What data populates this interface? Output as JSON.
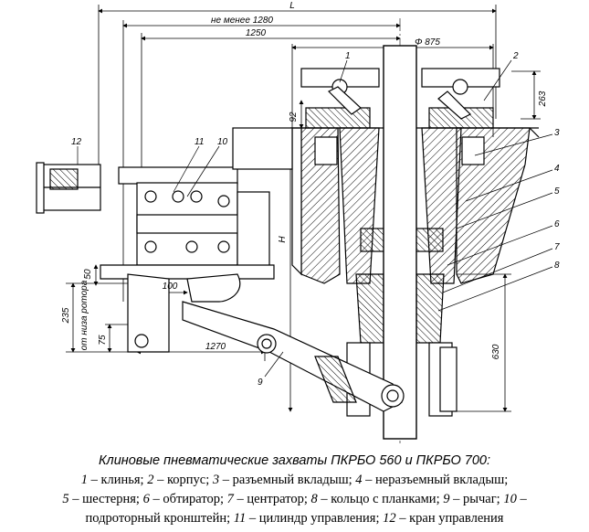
{
  "drawing": {
    "dimensions": {
      "overall_length": "L",
      "min_length": "не менее  1280",
      "dist_1250": "1250",
      "diameter": "Φ 875",
      "dim_263": "263",
      "dim_92": "92",
      "dim_50": "50",
      "dim_100": "100",
      "dim_235": "235",
      "dim_75": "75",
      "dim_1270": "1270",
      "dim_630": "630",
      "dim_H": "H",
      "rotor_note": "от низа ротора"
    },
    "callouts": [
      "1",
      "2",
      "3",
      "4",
      "5",
      "6",
      "7",
      "8",
      "9",
      "10",
      "11",
      "12"
    ]
  },
  "caption": {
    "title": "Клиновые пневматические захваты ПКРБО 560 и ПКРБО 700:",
    "legend": [
      {
        "num": "1",
        "text": "клинья"
      },
      {
        "num": "2",
        "text": "корпус"
      },
      {
        "num": "3",
        "text": "разъемный  вкладыш"
      },
      {
        "num": "4",
        "text": "неразъемный вкладыш"
      },
      {
        "num": "5",
        "text": "шестерня"
      },
      {
        "num": "6",
        "text": "обтиратор"
      },
      {
        "num": "7",
        "text": "центратор"
      },
      {
        "num": "8",
        "text": "кольцо с планками"
      },
      {
        "num": "9",
        "text": "рычаг"
      },
      {
        "num": "10",
        "text": "подроторный кронштейн"
      },
      {
        "num": "11",
        "text": "цилиндр управления"
      },
      {
        "num": "12",
        "text": "кран управления"
      }
    ]
  }
}
